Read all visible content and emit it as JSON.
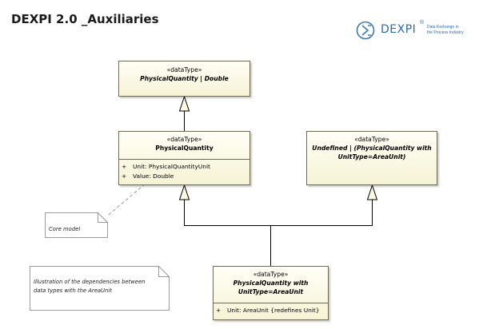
{
  "page": {
    "title": "DEXPI 2.0 _Auxiliaries"
  },
  "logo": {
    "word": "DEXPI",
    "reg": "®",
    "tagline_1": "Data Exchange in",
    "tagline_2": "the Process Industry"
  },
  "classes": {
    "physical_quantity_or_double": {
      "stereotype": "«dataType»",
      "name": "PhysicalQuantity | Double"
    },
    "physical_quantity": {
      "stereotype": "«dataType»",
      "name": "PhysicalQuantity",
      "attributes": [
        {
          "visibility": "+",
          "text": "Unit: PhysicalQuantityUnit"
        },
        {
          "visibility": "+",
          "text": "Value: Double"
        }
      ]
    },
    "undefined_or_area": {
      "stereotype": "«dataType»",
      "name_line_1": "Undefined | (PhysicalQuantity with",
      "name_line_2": "UnitType=AreaUnit)"
    },
    "pq_with_area_unit": {
      "stereotype": "«dataType»",
      "name_line_1": "PhysicalQuantity with",
      "name_line_2": "UnitType=AreaUnit",
      "attributes": [
        {
          "visibility": "+",
          "text": "Unit: AreaUnit {redefines Unit}"
        }
      ]
    }
  },
  "notes": {
    "core_model": "Core model",
    "illustration_line_1": "Illustration of the dependencies between",
    "illustration_line_2": "data types with the AreaUnit"
  }
}
